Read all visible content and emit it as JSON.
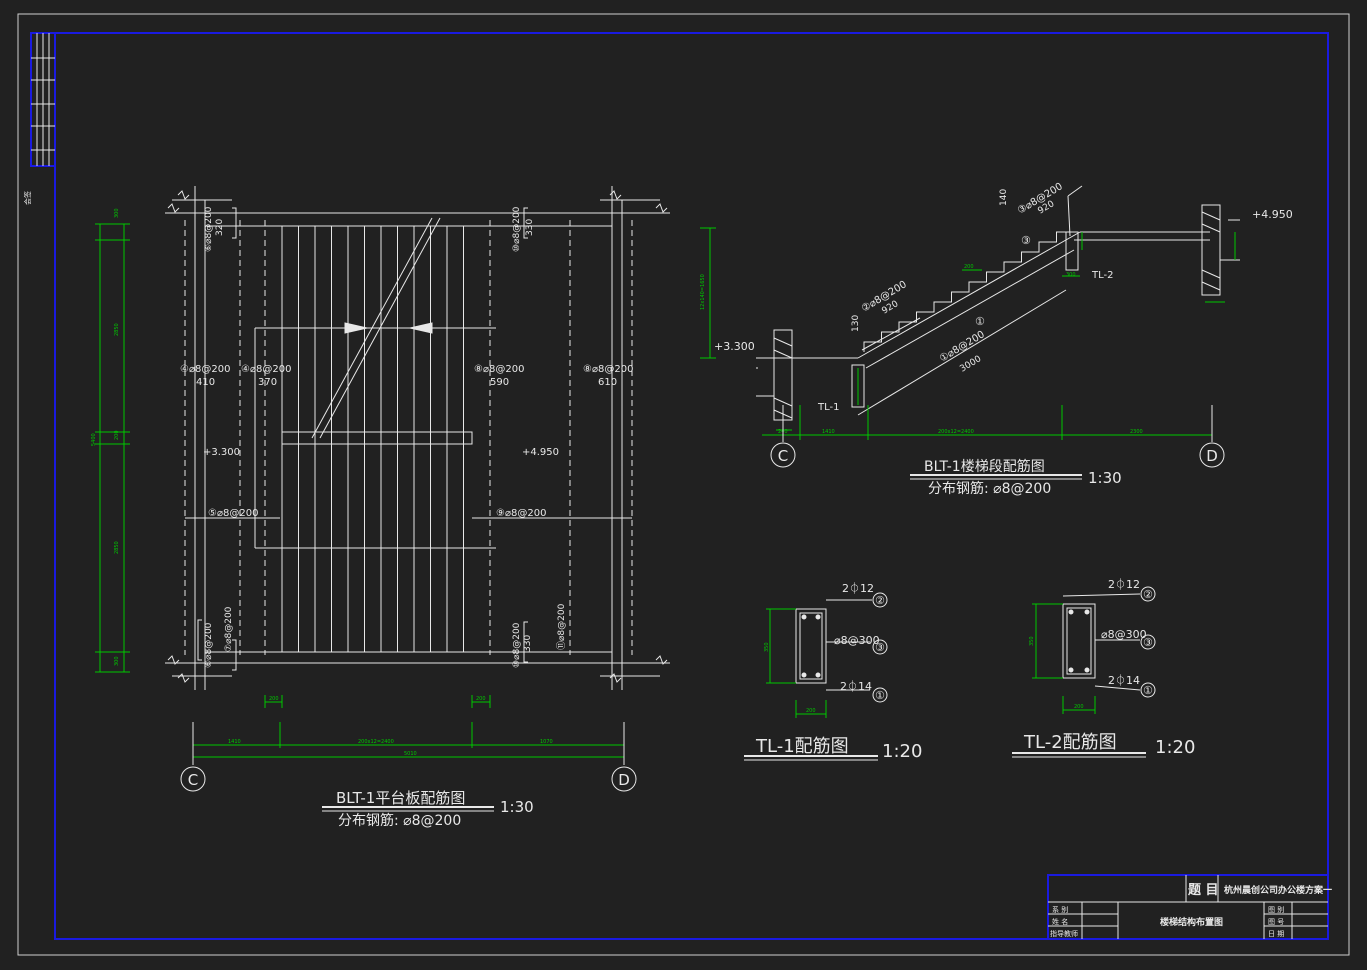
{
  "colors": {
    "background": "#212121",
    "lines": "#e8e8e8",
    "dims": "#00c800",
    "frame": "#1010d0"
  },
  "side_stamp": "会签",
  "plan": {
    "title": "BLT-1平台板配筋图",
    "scale": "1:30",
    "note": "分布钢筋: ⌀8@200",
    "axis_left": "C",
    "axis_right": "D",
    "elev_left": "+3.300",
    "elev_right": "+4.950",
    "rebar": {
      "r4a": "④⌀8@200",
      "r4a_len": "410",
      "r4b": "④⌀8@200",
      "r4b_len": "370",
      "r8a": "⑧⌀8@200",
      "r8a_len": "590",
      "r8b": "⑧⌀8@200",
      "r8b_len": "610",
      "r5": "⑤⌀8@200",
      "r9": "⑨⌀8@200",
      "r6_top": "⑥⌀8@200",
      "r6_top_len": "320",
      "r10_top": "⑩⌀8@200",
      "r10_top_len": "330",
      "r6_bot": "⑥⌀8@200",
      "r7_bot": "⑦⌀8@200",
      "r10_bot": "⑩⌀8@200",
      "r10_bot_len": "330",
      "r11_bot": "⑪⌀8@200"
    },
    "dims_bottom": [
      "1410",
      "200x12=2400",
      "1070"
    ],
    "dim_total": "5010",
    "dim_small": [
      "200",
      "200"
    ],
    "dims_left": [
      "300",
      "2850",
      "200",
      "2850",
      "300"
    ],
    "dim_left_total": "5400"
  },
  "section": {
    "title": "BLT-1楼梯段配筋图",
    "scale": "1:30",
    "note": "分布钢筋: ⌀8@200",
    "axis_left": "C",
    "axis_right": "D",
    "elev_left": "+3.300",
    "elev_right": "+4.950",
    "labels": {
      "r1": "①⌀8@200",
      "r1_len": "3000",
      "r2": "②⌀8@200",
      "r2_len": "920",
      "r3": "③⌀8@200",
      "r3_len": "920",
      "n1": "①",
      "n3": "③",
      "n130": "130",
      "n140": "140",
      "tl1": "TL-1",
      "tl2": "TL-2",
      "step": "200",
      "tread": "300"
    },
    "dims_bottom": [
      "240",
      "1410",
      "200x12=2400",
      "2300"
    ],
    "dim_left": "12x140=1650"
  },
  "tl1": {
    "title": "TL-1配筋图",
    "scale": "1:20",
    "top_bar": "2⏀12",
    "stirrup": "⌀8@300",
    "bottom_bar": "2⏀14",
    "n1": "①",
    "n2": "②",
    "n3": "③",
    "height": "350",
    "width": "200"
  },
  "tl2": {
    "title": "TL-2配筋图",
    "scale": "1:20",
    "top_bar": "2⏀12",
    "stirrup": "⌀8@300",
    "bottom_bar": "2⏀14",
    "n1": "①",
    "n2": "②",
    "n3": "③",
    "height": "350",
    "width": "200"
  },
  "titleblock": {
    "topic_label": "题  目",
    "project": "杭州晨创公司办公楼方案一",
    "drawing": "楼梯结构布置图",
    "rows_left": [
      "系  别",
      "姓  名",
      "指导教师"
    ],
    "rows_right": [
      "图  别",
      "图  号",
      "日  期"
    ]
  }
}
